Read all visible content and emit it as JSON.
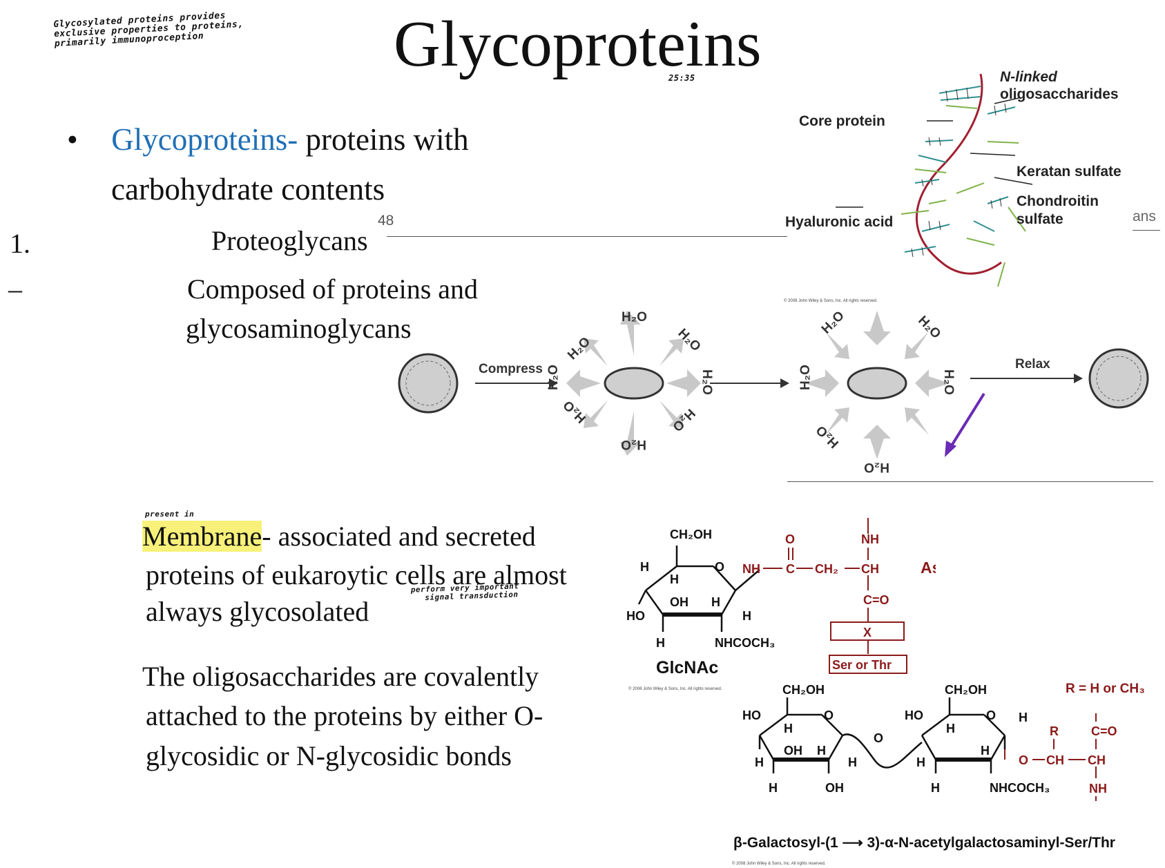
{
  "slide": {
    "title": "Glycoproteins",
    "timestamp": "25:35",
    "handnote_top": [
      "Glycosylated proteins provides",
      "exclusive properties to proteins,",
      "primarily immunoproception"
    ],
    "bullet_symbol": "•",
    "def_term": "Glycoproteins-",
    "def_rest_line1": " proteins with",
    "def_rest_line2": "carbohydrate contents",
    "num_marker": "1.",
    "slide_num": "48",
    "proteoglycans": "Proteoglycans",
    "dash_marker": "–",
    "composed_line1": "Composed of proteins and",
    "composed_line2": "glycosaminoglycans",
    "hand_present_in": "present in",
    "membrane_word": "Membrane",
    "membrane_rest": "- associated and secreted",
    "membrane_line2": "proteins of eukaroytic cells are almost",
    "membrane_line3": "always glycosolated",
    "hand_signal": [
      "perform very important",
      "signal transduction"
    ],
    "oligo_line1": "The oligosaccharides are covalently",
    "oligo_line2": "attached to the proteins by either O-",
    "oligo_line3": "glycosidic or N-glycosidic bonds",
    "cut_text": "ans"
  },
  "proteoglycan_figure": {
    "n_linked": "N-linked",
    "oligosaccharides": "oligosaccharides",
    "core_protein": "Core protein",
    "keratan_sulfate": "Keratan sulfate",
    "chondroitin": "Chondroitin",
    "sulfate": "sulfate",
    "hyaluronic_acid": "Hyaluronic acid",
    "copyright": "© 2008 John Wiley & Sons, Inc. All rights reserved."
  },
  "compress_figure": {
    "compress": "Compress",
    "relax": "Relax",
    "water": "H₂O"
  },
  "glcnac_figure": {
    "ch2oh": "CH₂OH",
    "h": "H",
    "o": "O",
    "oh": "OH",
    "ho": "HO",
    "nhcoch3": "NHCOCH₃",
    "name": "GlcNAc",
    "nh_left": "NH",
    "c_eq_o_top": "O",
    "c": "C",
    "ch2": "CH₂",
    "ch": "CH",
    "nh_top": "NH",
    "c_eq_o": "C=O",
    "x": "X",
    "ser_thr": "Ser or Thr",
    "asn": "Asn",
    "copyright": "© 2008 John Wiley & Sons, Inc. All rights reserved."
  },
  "gal_figure": {
    "r_label": "R = H or CH₃",
    "r": "R",
    "name": "β-Galactosyl-(1 ⟶ 3)-α-N-acetylgalactosaminyl-Ser/Thr",
    "copyright": "© 2008 John Wiley & Sons, Inc. All rights reserved."
  },
  "colors": {
    "blue_term": "#1f6fb5",
    "highlight": "#f7f17a",
    "maroon": "#8b1a1a",
    "teal": "#2f8f8f",
    "green": "#7fb24a",
    "purple": "#6a2bb5"
  }
}
